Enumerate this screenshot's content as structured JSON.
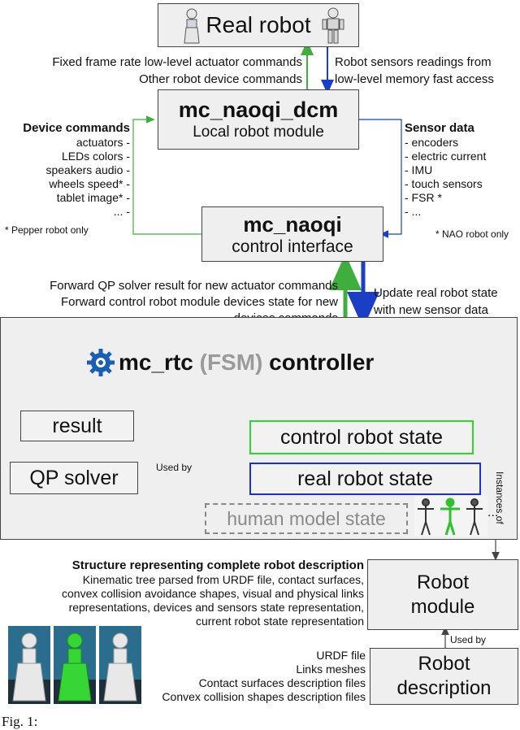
{
  "real_robot": {
    "title": "Real robot"
  },
  "left_top_notes": [
    "Fixed frame rate low-level actuator commands",
    "Other robot device commands"
  ],
  "right_top_notes": [
    "Robot sensors readings from",
    "low-level memory fast access"
  ],
  "dcm": {
    "title": "mc_naoqi_dcm",
    "subtitle": "Local robot module"
  },
  "device_commands": {
    "title": "Device commands",
    "items": [
      "actuators -",
      "LEDs colors -",
      "speakers audio -",
      "wheels speed* -",
      "tablet image* -",
      "... -"
    ],
    "footnote": "* Pepper robot only"
  },
  "sensor_data": {
    "title": "Sensor data",
    "items": [
      "- encoders",
      "- electric current",
      "- IMU",
      "- touch sensors",
      "- FSR *",
      "- ..."
    ],
    "footnote": "* NAO robot only"
  },
  "naoqi": {
    "title": "mc_naoqi",
    "subtitle": "control interface"
  },
  "forward_notes": [
    "Forward QP solver result for new actuator commands",
    "Forward control robot module devices state for new",
    "devices commands"
  ],
  "update_notes": [
    "Update real robot state",
    "with new sensor data"
  ],
  "controller": {
    "title_a": "mc_rtc",
    "title_b": "(FSM)",
    "title_c": "controller",
    "result": "result",
    "qp_solver": "QP solver",
    "used_by": "Used by",
    "control_robot_state": "control robot state",
    "real_robot_state": "real robot state",
    "human_model_state": "human model state",
    "instances_of": "Instances of",
    "ellipsis": "..."
  },
  "structure": {
    "title": "Structure representing complete robot description",
    "lines": [
      "Kinematic tree parsed from URDF file, contact surfaces,",
      "convex collision avoidance shapes, visual and physical links",
      "representations, devices and sensors state representation,",
      "current robot state representation"
    ]
  },
  "robot_module": {
    "line1": "Robot",
    "line2": "module"
  },
  "robot_description": {
    "line1": "Robot",
    "line2": "description",
    "used_by": "Used by"
  },
  "files": [
    "URDF file",
    "Links meshes",
    "Contact surfaces description files",
    "Convex collision shapes description files"
  ],
  "caption": "Fig. 1:"
}
